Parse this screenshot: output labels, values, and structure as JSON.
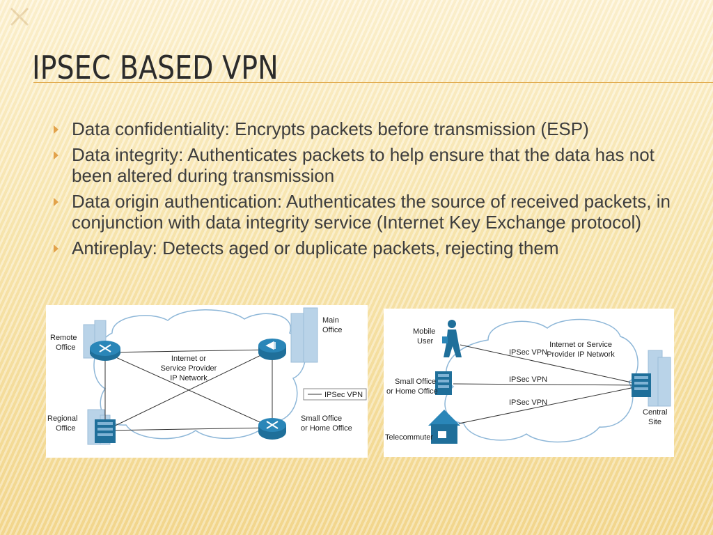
{
  "slide": {
    "title": "IPSEC BASED VPN",
    "bullets": [
      "Data confidentiality: Encrypts packets before transmission (ESP)",
      "Data integrity: Authenticates packets to help ensure that the data has not been altered during transmission",
      "Data origin authentication: Authenticates the source of received packets, in conjunction with data integrity service (Internet Key Exchange protocol)",
      "Antireplay: Detects aged or duplicate packets, rejecting them"
    ]
  },
  "diagram_left": {
    "remote_office": [
      "Remote",
      "Office"
    ],
    "main_office": [
      "Main",
      "Office"
    ],
    "regional_office": [
      "Regional",
      "Office"
    ],
    "small_office": [
      "Small Office",
      "or Home Office"
    ],
    "cloud": [
      "Internet or",
      "Service Provider",
      "IP Network"
    ],
    "legend": "IPSec VPN"
  },
  "diagram_right": {
    "mobile_user": [
      "Mobile",
      "User"
    ],
    "small_office": [
      "Small Office",
      "or Home Office"
    ],
    "telecommuter": "Telecommuter",
    "central_site": [
      "Central",
      "Site"
    ],
    "cloud": [
      "Internet or Service",
      "Provider IP Network"
    ],
    "vpn_labels": [
      "IPSec VPN",
      "IPSec VPN",
      "IPSec VPN"
    ]
  },
  "colors": {
    "title": "#2b2b2b",
    "bullet_arrow": "#e2a24a",
    "rule": "#e0a84a",
    "device_blue": "#1f6f9a",
    "building": "#b9d3e8"
  }
}
